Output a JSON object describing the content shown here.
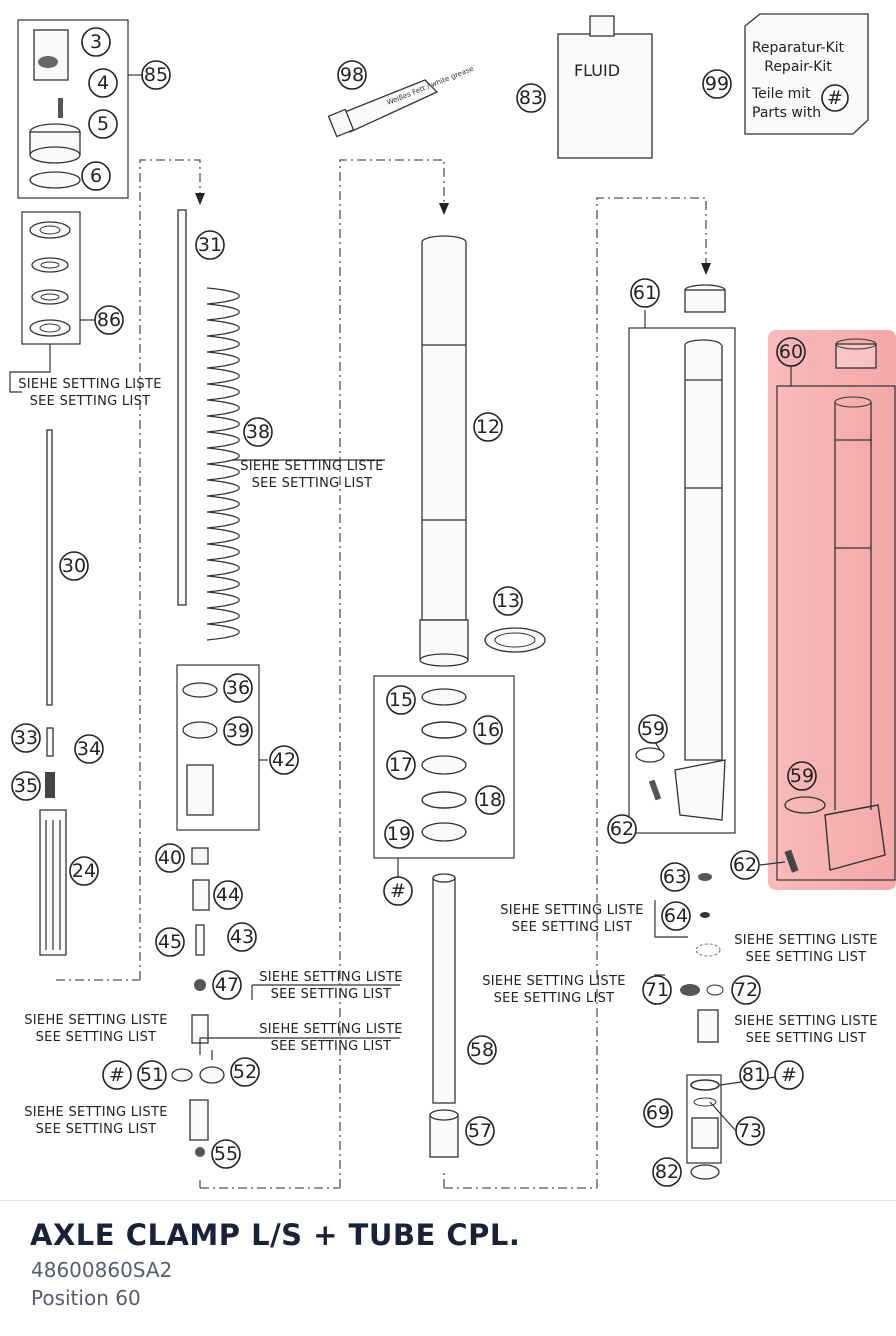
{
  "callouts": {
    "c3": "3",
    "c4": "4",
    "c5": "5",
    "c6": "6",
    "c85": "85",
    "c86": "86",
    "c30": "30",
    "c31": "31",
    "c33": "33",
    "c34": "34",
    "c35": "35",
    "c24": "24",
    "c38": "38",
    "c36": "36",
    "c39": "39",
    "c42": "42",
    "c40": "40",
    "c44": "44",
    "c45": "45",
    "c43": "43",
    "c47": "47",
    "c51": "51",
    "c52": "52",
    "c55": "55",
    "c98": "98",
    "c12": "12",
    "c13": "13",
    "c15": "15",
    "c16": "16",
    "c17": "17",
    "c18": "18",
    "c19": "19",
    "c58": "58",
    "c57": "57",
    "c83": "83",
    "c99": "99",
    "c61": "61",
    "c59a": "59",
    "c62a": "62",
    "c60": "60",
    "c59b": "59",
    "c62b": "62",
    "c63": "63",
    "c64": "64",
    "c71": "71",
    "c72": "72",
    "c81": "81",
    "c69": "69",
    "c73": "73",
    "c82": "82",
    "hashA": "#",
    "hashB": "#",
    "hashC": "#",
    "hashD": "#"
  },
  "notes": {
    "setting_de": "SIEHE SETTING LISTE",
    "setting_en": "SEE SETTING LIST"
  },
  "fluid_label": "FLUID",
  "grease_label": "Weißes Fett / white grease",
  "repair_kit": {
    "line1": "Reparatur-Kit",
    "line2": "Repair-Kit",
    "line3": "Teile mit",
    "line4": "Parts with"
  },
  "highlight_color": "#f28b8b",
  "caption": {
    "title": "AXLE CLAMP L/S + TUBE CPL.",
    "part_number": "48600860SA2",
    "position": "Position 60"
  }
}
